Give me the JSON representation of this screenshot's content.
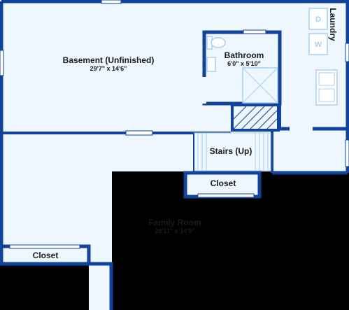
{
  "colors": {
    "background": "#000000",
    "floor": "#eef6ff",
    "wall": "#12439a",
    "fixture": "#a9cff2",
    "label": "#1a1a1a"
  },
  "rooms": {
    "basement": {
      "name": "Basement (Unfinished)",
      "dimensions": "29'7\" x 14'6\""
    },
    "bathroom": {
      "name": "Bathroom",
      "dimensions": "6'0\" x 5'10\""
    },
    "laundry": {
      "name": "Laundry"
    },
    "stairs": {
      "name": "Stairs (Up)"
    },
    "closet_upper": {
      "name": "Closet"
    },
    "family_room": {
      "name": "Family Room",
      "dimensions": "28'11\" x 14'9\""
    },
    "closet_lower": {
      "name": "Closet"
    }
  },
  "icons": {
    "toilet": "toilet-icon",
    "sink": "sink-icon",
    "shower": "shower-icon",
    "dryer": "dryer-icon",
    "washer": "washer-icon",
    "laundry_sink": "laundry-sink-icon",
    "stairs": "stairs-icon"
  },
  "appliance_letters": {
    "dryer": "D",
    "washer": "W"
  }
}
